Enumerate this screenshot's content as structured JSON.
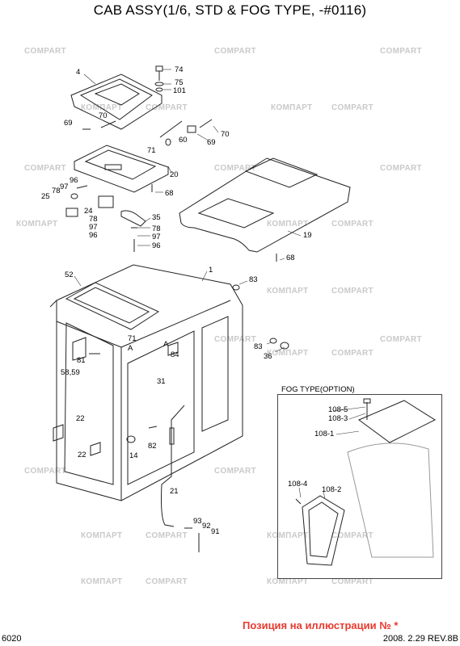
{
  "title": "CAB ASSY(1/6, STD & FOG TYPE, -#0116)",
  "fog_box_title": "FOG TYPE(OPTION)",
  "page_code": "6020",
  "revision": "2008. 2.29 REV.8B",
  "position_note": "Позиция на иллюстрации № *",
  "watermark": {
    "ru": "КОМПАРТ",
    "en": "COMPART"
  },
  "labels": {
    "n74": "74",
    "n75": "75",
    "n101": "101",
    "n4": "4",
    "n70a": "70",
    "n69a": "69",
    "n70b": "70",
    "n71a": "71",
    "n60": "60",
    "n69b": "69",
    "n20": "20",
    "n68a": "68",
    "n96a": "96",
    "n97a": "97",
    "n78a": "78",
    "n25": "25",
    "n24": "24",
    "n35": "35",
    "n78b": "78",
    "n97b": "97",
    "n96b": "96",
    "n78c": "78",
    "n97c": "97",
    "n96c": "96",
    "n19": "19",
    "n68b": "68",
    "n52": "52",
    "n1": "1",
    "n83a": "83",
    "n71b": "71",
    "nA1": "A",
    "n81": "81",
    "n58": "58,59",
    "nA2": "A",
    "n84": "84",
    "n83b": "83",
    "n36": "36",
    "n31": "31",
    "n22a": "22",
    "n22b": "22",
    "n82": "82",
    "n14": "14",
    "n21": "21",
    "n93": "93",
    "n92": "92",
    "n91": "91",
    "n1085": "108-5",
    "n1083": "108-3",
    "n1081": "108-1",
    "n1084": "108-4",
    "n1082": "108-2"
  }
}
